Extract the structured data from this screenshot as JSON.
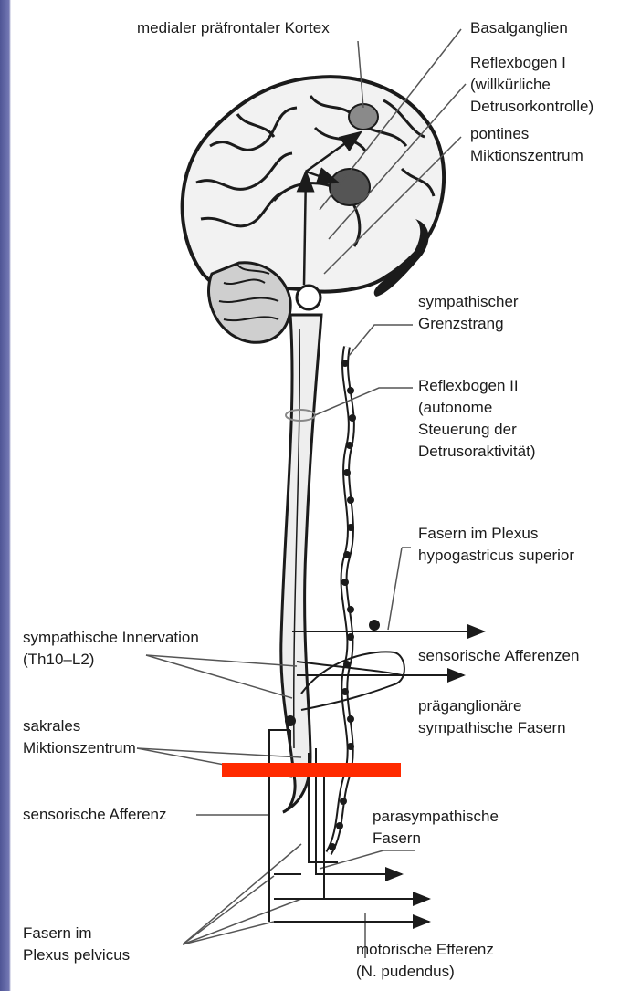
{
  "labels": {
    "mpfc": "medialer präfrontaler Kortex",
    "basal": "Basalganglien",
    "reflex1_a": "Reflexbogen I",
    "reflex1_b": "(willkürliche",
    "reflex1_c": "Detrusorkontrolle)",
    "pontine_a": "pontines",
    "pontine_b": "Miktionszentrum",
    "symp_a": "sympathischer",
    "symp_b": "Grenzstrang",
    "reflex2_a": "Reflexbogen II",
    "reflex2_b": "(autonome",
    "reflex2_c": "Steuerung der",
    "reflex2_d": "Detrusoraktivität)",
    "plexus_sup_a": "Fasern im Plexus",
    "plexus_sup_b": "hypogastricus superior",
    "symp_innerv_a": "sympathische Innervation",
    "symp_innerv_b": "(Th10–L2)",
    "sens_aff": "sensorische Afferenzen",
    "pregang_a": "präganglionäre",
    "pregang_b": "sympathische Fasern",
    "sakral_a": "sakrales",
    "sakral_b": "Miktionszentrum",
    "sens_afferenz": "sensorische Afferenz",
    "parasymp_a": "parasympathische",
    "parasymp_b": "Fasern",
    "pelvicus_a": "Fasern im",
    "pelvicus_b": "Plexus pelvicus",
    "motor_a": "motorische Efferenz",
    "motor_b": "(N. pudendus)"
  },
  "colors": {
    "ink": "#1b1b1b",
    "highlight_bar": "#ff2a00",
    "side_frame": "#5a5f9c"
  }
}
